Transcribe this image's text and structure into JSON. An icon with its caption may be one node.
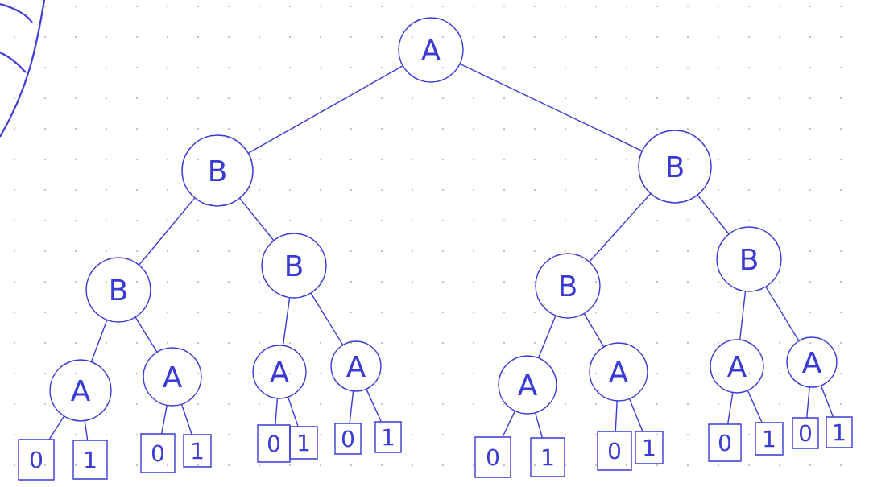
{
  "diagram": {
    "nodes": [
      {
        "text": [
          "A"
        ]
      },
      {
        "text": [
          "B"
        ]
      },
      {
        "text": [
          "B"
        ]
      },
      {
        "text": [
          "B"
        ]
      },
      {
        "text": [
          "B"
        ]
      },
      {
        "text": [
          "B"
        ]
      },
      {
        "text": [
          "B"
        ]
      },
      {
        "text": [
          "A"
        ]
      },
      {
        "text": [
          "A"
        ]
      },
      {
        "text": [
          "A"
        ]
      },
      {
        "text": [
          "A"
        ]
      },
      {
        "text": [
          "A"
        ]
      },
      {
        "text": [
          "A"
        ]
      },
      {
        "text": [
          "A"
        ]
      },
      {
        "text": [
          "A"
        ]
      },
      {
        "text": [
          "0"
        ]
      },
      {
        "text": [
          "1"
        ]
      },
      {
        "text": [
          "0"
        ]
      },
      {
        "text": [
          "1"
        ]
      },
      {
        "text": [
          "0"
        ]
      },
      {
        "text": [
          "1"
        ]
      },
      {
        "text": [
          "0"
        ]
      },
      {
        "text": [
          "1"
        ]
      },
      {
        "text": [
          "0"
        ]
      },
      {
        "text": [
          "1"
        ]
      },
      {
        "text": [
          "0"
        ]
      },
      {
        "text": [
          "1"
        ]
      },
      {
        "text": [
          "0"
        ]
      },
      {
        "text": [
          "1"
        ]
      },
      {
        "text": [
          "0"
        ]
      },
      {
        "text": [
          "1"
        ]
      }
    ],
    "edges": [
      {
        "from": 0,
        "to": 1,
        "arrow": "none"
      },
      {
        "from": 0,
        "to": 2,
        "arrow": "none"
      },
      {
        "from": 1,
        "to": 3,
        "arrow": "none"
      },
      {
        "from": 1,
        "to": 4,
        "arrow": "none"
      },
      {
        "from": 2,
        "to": 5,
        "arrow": "none"
      },
      {
        "from": 2,
        "to": 6,
        "arrow": "none"
      },
      {
        "from": 3,
        "to": 7,
        "arrow": "none"
      },
      {
        "from": 3,
        "to": 8,
        "arrow": "none"
      },
      {
        "from": 4,
        "to": 9,
        "arrow": "none"
      },
      {
        "from": 4,
        "to": 10,
        "arrow": "none"
      },
      {
        "from": 5,
        "to": 11,
        "arrow": "none"
      },
      {
        "from": 5,
        "to": 12,
        "arrow": "none"
      },
      {
        "from": 6,
        "to": 13,
        "arrow": "none"
      },
      {
        "from": 6,
        "to": 14,
        "arrow": "none"
      },
      {
        "from": 7,
        "to": 15,
        "arrow": "none"
      },
      {
        "from": 7,
        "to": 16,
        "arrow": "none"
      },
      {
        "from": 8,
        "to": 17,
        "arrow": "none"
      },
      {
        "from": 8,
        "to": 18,
        "arrow": "none"
      },
      {
        "from": 9,
        "to": 19,
        "arrow": "none"
      },
      {
        "from": 9,
        "to": 20,
        "arrow": "none"
      },
      {
        "from": 10,
        "to": 21,
        "arrow": "none"
      },
      {
        "from": 10,
        "to": 22,
        "arrow": "none"
      },
      {
        "from": 11,
        "to": 23,
        "arrow": "none"
      },
      {
        "from": 11,
        "to": 24,
        "arrow": "none"
      },
      {
        "from": 12,
        "to": 25,
        "arrow": "none"
      },
      {
        "from": 12,
        "to": 26,
        "arrow": "none"
      },
      {
        "from": 13,
        "to": 27,
        "arrow": "none"
      },
      {
        "from": 13,
        "to": 28,
        "arrow": "none"
      },
      {
        "from": 14,
        "to": 29,
        "arrow": "none"
      },
      {
        "from": 14,
        "to": 30,
        "arrow": "none"
      }
    ]
  }
}
